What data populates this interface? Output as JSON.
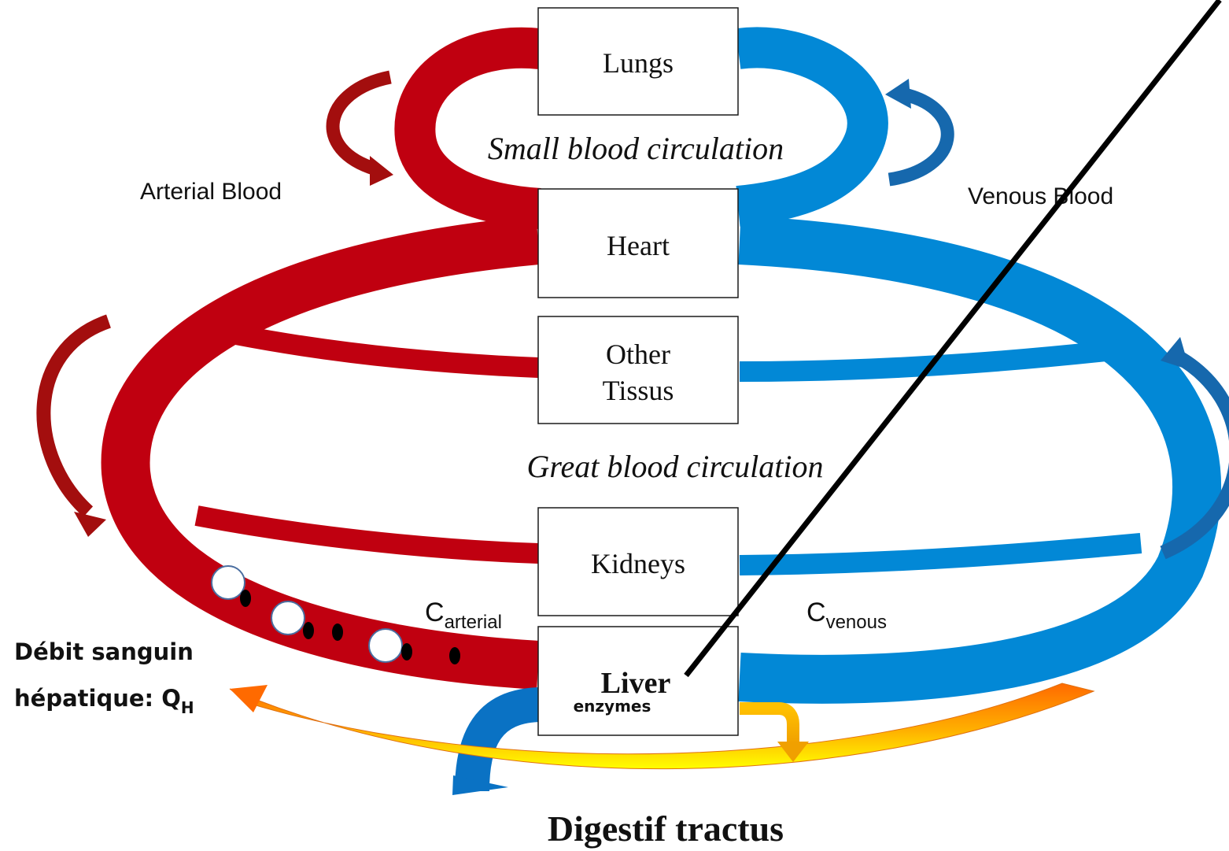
{
  "organs": {
    "lungs": "Lungs",
    "heart": "Heart",
    "other_tissus_line1": "Other",
    "other_tissus_line2": "Tissus",
    "kidneys": "Kidneys",
    "liver": "Liver",
    "liver_sub": "enzymes"
  },
  "captions": {
    "small_circulation": "Small blood circulation",
    "great_circulation": "Great blood circulation",
    "digestive": "Digestif tractus"
  },
  "labels": {
    "arterial_blood": "Arterial Blood",
    "venous_blood": "Venous Blood",
    "c_arterial_main": "C",
    "c_arterial_sub": "arterial",
    "c_venous_main": "C",
    "c_venous_sub": "venous",
    "hepatic_flow_line1": "Débit sanguin",
    "hepatic_flow_line2": "hépatique: Q",
    "hepatic_flow_sub": "H"
  },
  "colors": {
    "arterial": "#c00010",
    "venous": "#0288d6",
    "arterial_arrow": "#a30e0e",
    "venous_arrow": "#1668ad",
    "portal": "#0a72c4",
    "digestive_gradient_start": "#ff6a00",
    "digestive_gradient_end": "#ffff00"
  }
}
